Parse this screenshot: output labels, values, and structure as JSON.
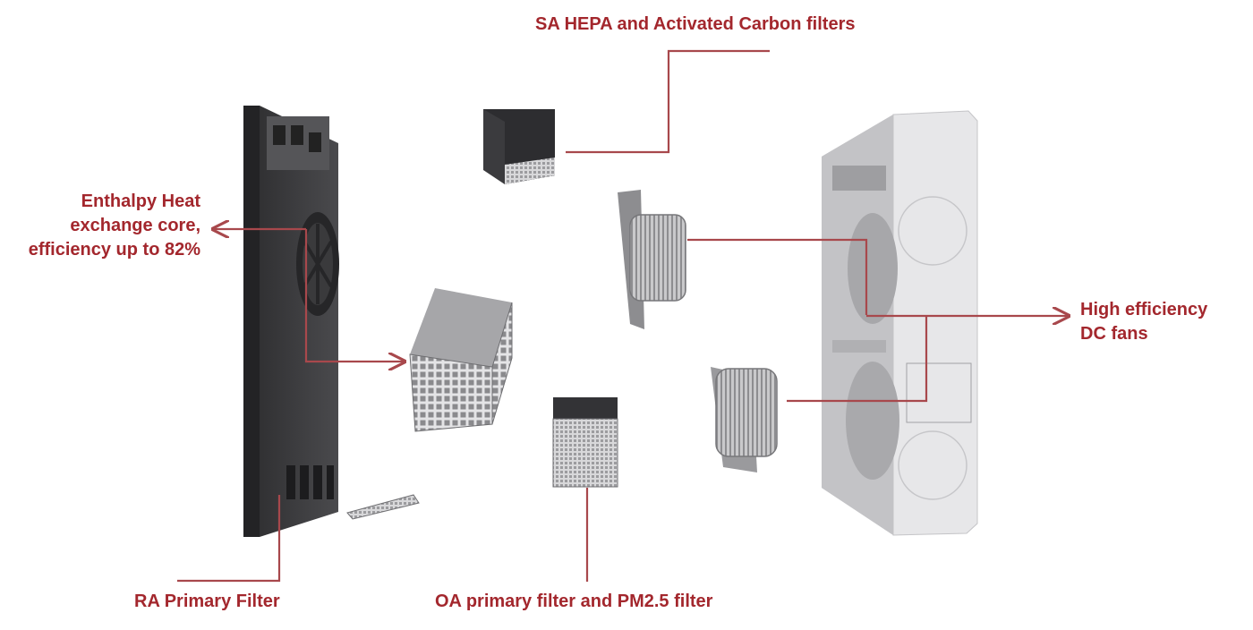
{
  "colors": {
    "accent": "#a3272d",
    "leader_line": "#a8484c",
    "panel_dark": "#3a3a3c",
    "housing_light": "#d9d9db",
    "filter_grey": "#bdbdbf"
  },
  "labels": {
    "sa_filters": "SA HEPA and Activated Carbon filters",
    "enthalpy_core": [
      "Enthalpy Heat",
      "exchange core,",
      "efficiency up to 82%"
    ],
    "dc_fans": [
      "High efficiency",
      "DC fans"
    ],
    "ra_filter": "RA Primary Filter",
    "oa_filter": "OA primary filter and PM2.5 filter"
  }
}
